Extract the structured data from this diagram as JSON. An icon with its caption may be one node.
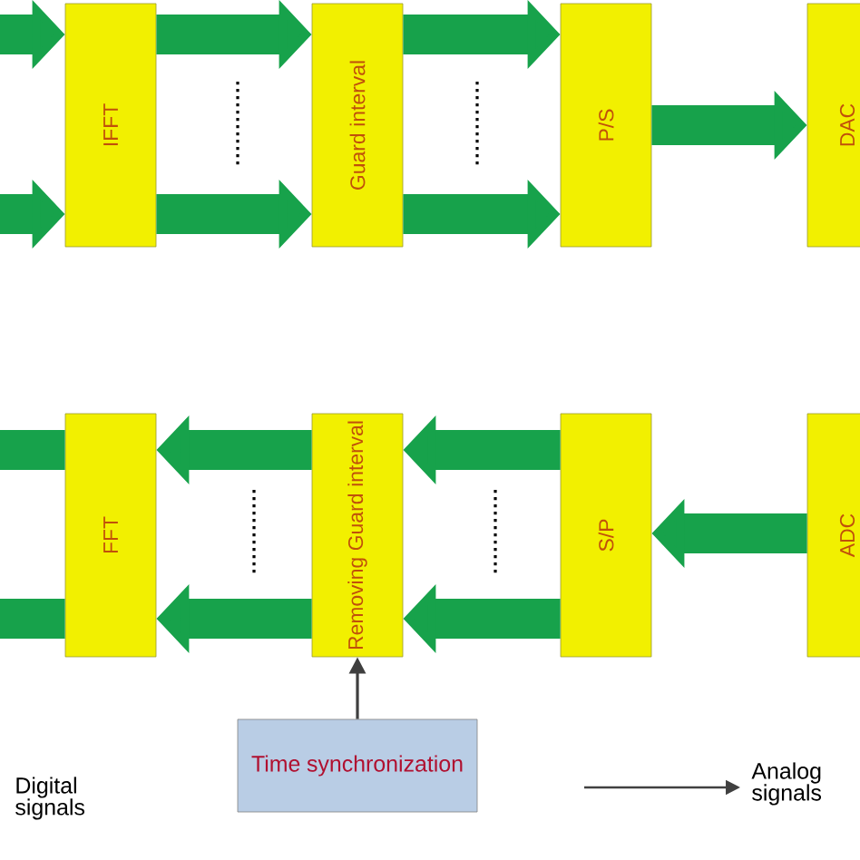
{
  "diagram": {
    "nodes": [
      {
        "text": [
          "IFFT"
        ]
      },
      {
        "text": [
          "Guard interval"
        ]
      },
      {
        "text": [
          "P/S"
        ]
      },
      {
        "text": [
          "DAC"
        ]
      },
      {
        "text": [
          "FFT"
        ]
      },
      {
        "text": [
          "Removing Guard interval"
        ]
      },
      {
        "text": [
          "S/P"
        ]
      },
      {
        "text": [
          "ADC"
        ]
      },
      {
        "text": [
          "Time synchronization"
        ]
      }
    ],
    "edges": [
      {
        "from": null,
        "to": 0,
        "arrow": "to"
      },
      {
        "from": null,
        "to": 0,
        "arrow": "to"
      },
      {
        "from": 0,
        "to": 1,
        "arrow": "to"
      },
      {
        "from": 0,
        "to": 1,
        "arrow": "to"
      },
      {
        "from": 1,
        "to": 2,
        "arrow": "to"
      },
      {
        "from": 1,
        "to": 2,
        "arrow": "to"
      },
      {
        "from": 2,
        "to": 3,
        "arrow": "to"
      },
      {
        "from": 7,
        "to": 6,
        "arrow": "to"
      },
      {
        "from": 6,
        "to": 5,
        "arrow": "to"
      },
      {
        "from": 6,
        "to": 5,
        "arrow": "to"
      },
      {
        "from": 5,
        "to": 4,
        "arrow": "to"
      },
      {
        "from": 5,
        "to": 4,
        "arrow": "to"
      },
      {
        "from": 4,
        "to": null,
        "arrow": "none"
      },
      {
        "from": 4,
        "to": null,
        "arrow": "none"
      },
      {
        "from": 8,
        "to": 5,
        "arrow": "to",
        "color": "#3f3f3f"
      }
    ],
    "labels": [
      "Digital signals"
    ],
    "legend": [
      {
        "text": "Analog signals"
      }
    ]
  }
}
